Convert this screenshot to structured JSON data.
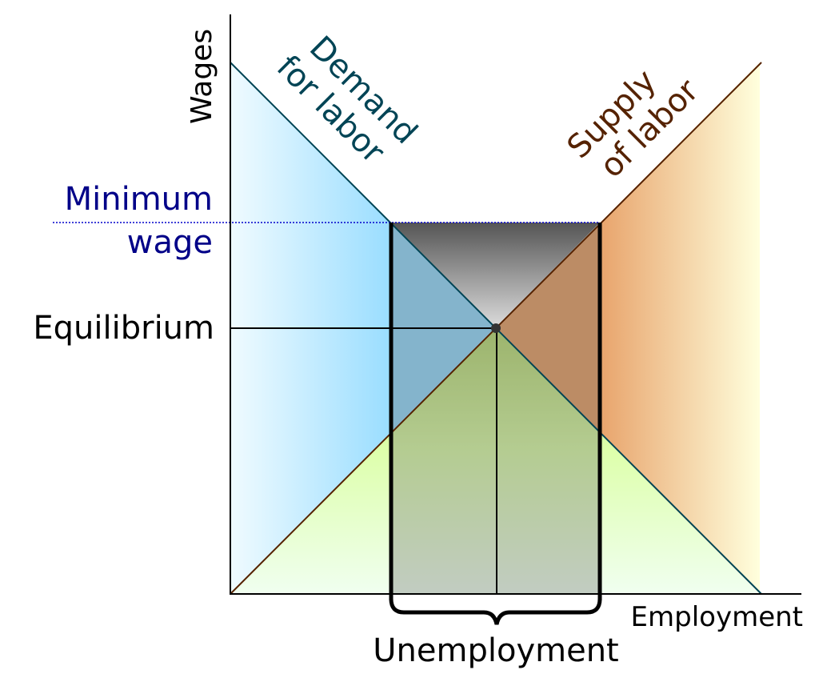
{
  "axes": {
    "y_label": "Wages",
    "x_label": "Employment"
  },
  "curves": {
    "demand": {
      "line1": "Demand",
      "line2": "for labor",
      "color": "#004455"
    },
    "supply": {
      "line1": "Supply",
      "line2": "of labor",
      "color": "#552200"
    }
  },
  "levels": {
    "minimum_wage": {
      "line1": "Minimum",
      "line2": "wage",
      "color": "#000088"
    },
    "equilibrium": "Equilibrium"
  },
  "annotations": {
    "unemployment": "Unemployment"
  },
  "colors": {
    "demand_fill_start": "#f0fbff",
    "demand_fill_end": "#99ddff",
    "supply_fill_start": "#e8a46c",
    "supply_fill_end": "#ffffdd",
    "employment_fill_top": "#bbdd77",
    "employment_fill_bottom": "#f0fff0"
  }
}
